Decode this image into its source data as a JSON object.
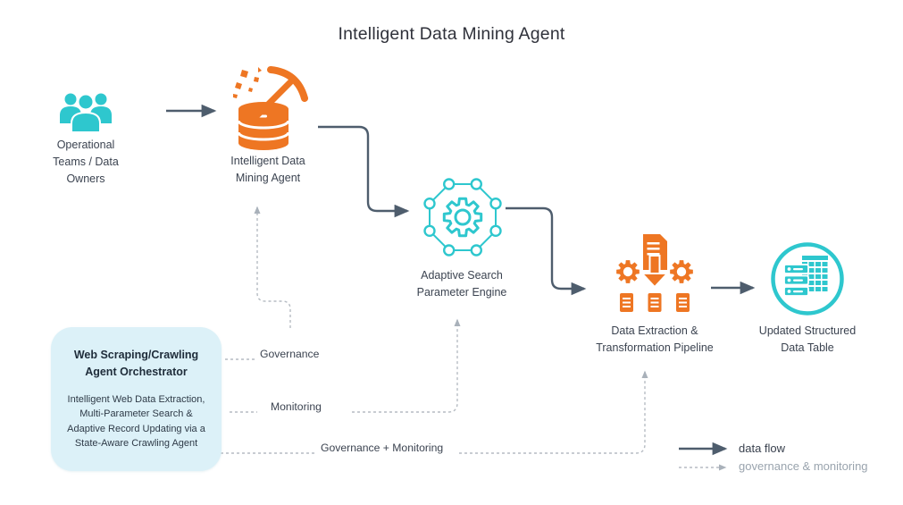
{
  "title": "Intelligent Data Mining Agent",
  "nodes": {
    "teams": {
      "label": "Operational\nTeams / Data\nOwners"
    },
    "agent": {
      "label": "Intelligent Data\nMining Agent"
    },
    "engine": {
      "label": "Adaptive Search\nParameter Engine"
    },
    "pipeline": {
      "label": "Data Extraction &\nTransformation Pipeline"
    },
    "table": {
      "label": "Updated Structured\nData Table"
    }
  },
  "orchestrator": {
    "title": "Web Scraping/Crawling\nAgent Orchestrator",
    "description": "Intelligent Web Data Extraction,\nMulti-Parameter Search &\nAdaptive Record Updating via a\nState-Aware Crawling Agent"
  },
  "flow_labels": {
    "governance": "Governance",
    "monitoring": "Monitoring",
    "governance_monitoring": "Governance + Monitoring"
  },
  "legend": {
    "data_flow": "data flow",
    "governance_monitoring": "governance & monitoring"
  },
  "icons": {
    "teams": "people-group-icon",
    "agent": "database-pickaxe-icon",
    "engine": "gear-network-icon",
    "pipeline": "document-transform-gears-icon",
    "table": "server-table-circle-icon"
  },
  "colors": {
    "teal": "#2ec7ce",
    "orange": "#ee7623",
    "arrow_slate": "#4e5d6d",
    "dashed_gray": "#b6bcc3",
    "box_background": "#dcf1f8",
    "legend_muted_text": "#9aa4ae",
    "title_text": "#2f313a"
  }
}
